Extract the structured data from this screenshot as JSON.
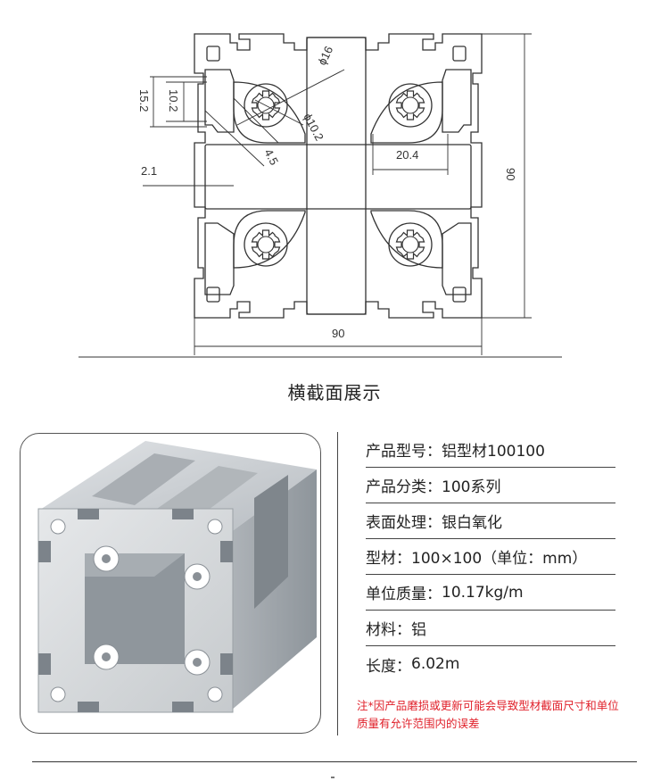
{
  "drawing": {
    "dimensions": {
      "dia_16": "ϕ16",
      "dia_10_2": "ϕ10.2",
      "slot_15_2": "15.2",
      "slot_10_2": "10.2",
      "depth_4_5": "4.5",
      "wall_2_1": "2.1",
      "bore_20_4": "20.4",
      "height_90": "90",
      "width_90": "90"
    },
    "caption": "横截面展示"
  },
  "specs": [
    {
      "label": "产品型号：",
      "value": "铝型材100100"
    },
    {
      "label": "产品分类：",
      "value": "100系列"
    },
    {
      "label": "表面处理：",
      "value": "银白氧化"
    },
    {
      "label": "型材：",
      "value": "100×100（单位：mm）"
    },
    {
      "label": "单位质量：",
      "value": "10.17kg/m"
    },
    {
      "label": "材料：",
      "value": "铝"
    },
    {
      "label": "长度：",
      "value": "6.02m"
    }
  ],
  "note": "注*因产品磨损或更新可能会导致型材截面尺寸和单位质量有允许范围内的误差",
  "colors": {
    "note": "#e0202a",
    "metal": "#c9ccd0",
    "outline": "#333333"
  }
}
